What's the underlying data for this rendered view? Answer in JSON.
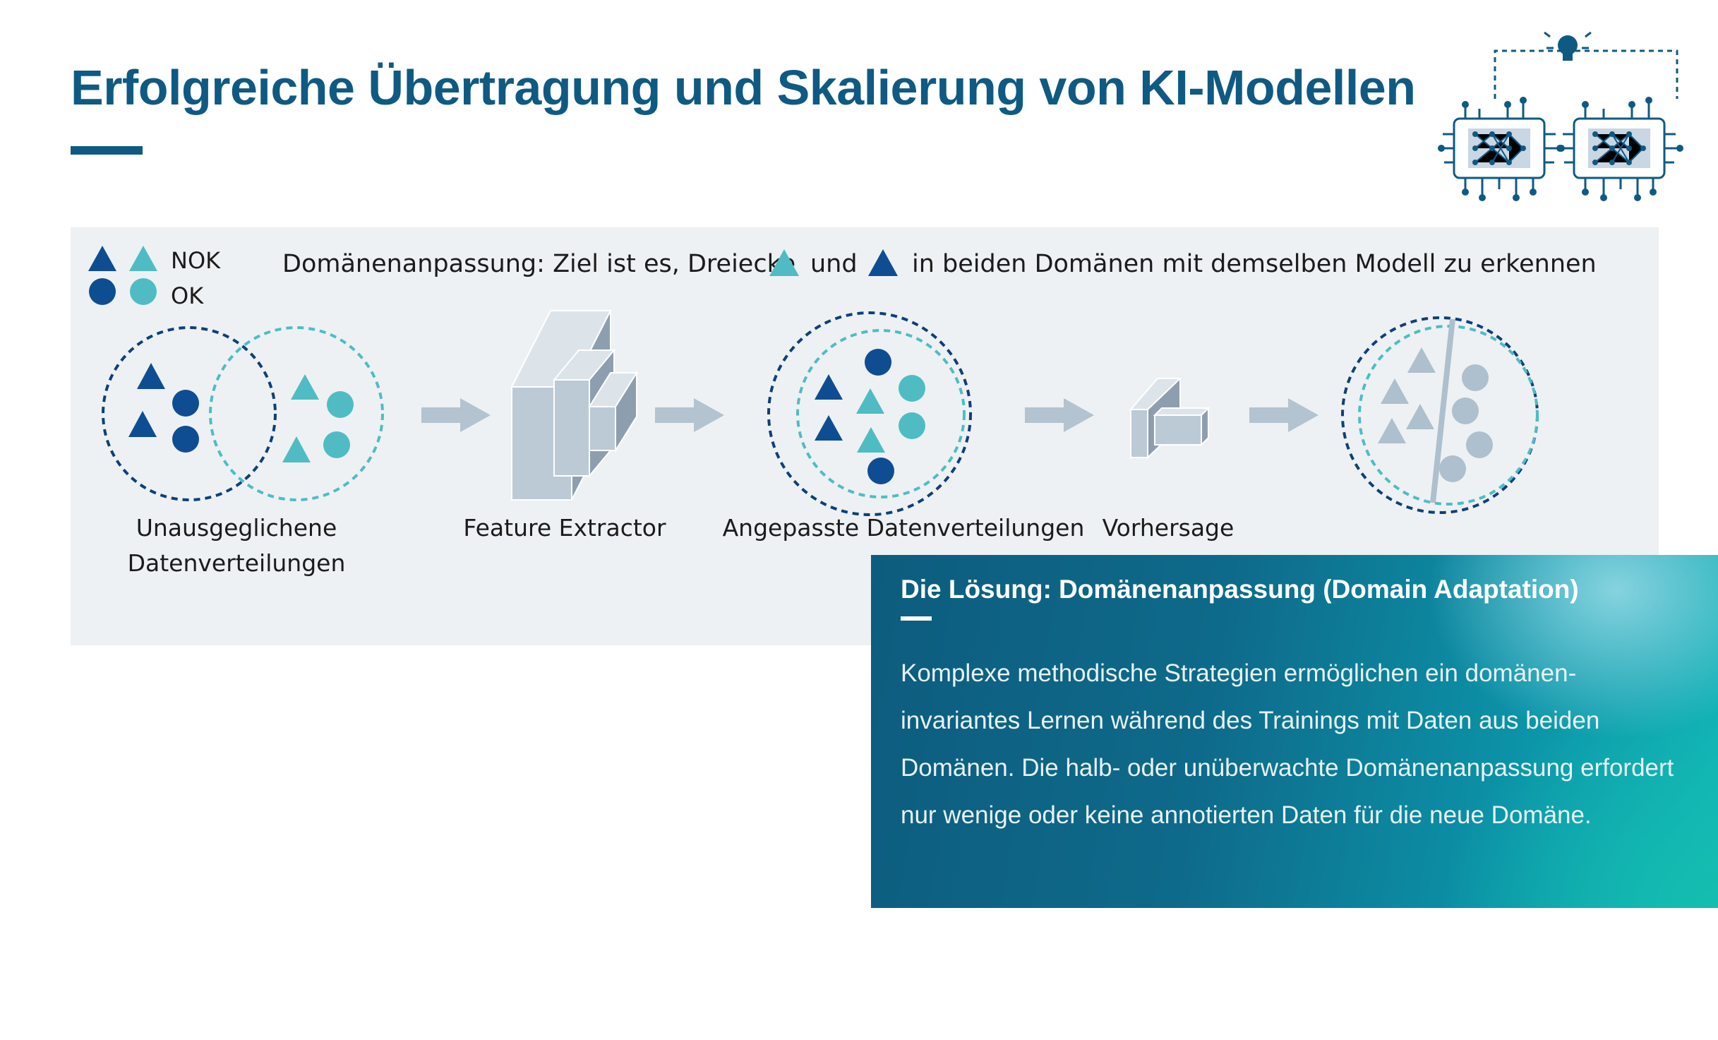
{
  "page": {
    "title": "Erfolgreiche Übertragung und Skalierung von KI-Modellen"
  },
  "legend": {
    "nok": "NOK",
    "ok": "OK"
  },
  "headline": {
    "part1": "Domänenanpassung: Ziel ist es, Dreiecke",
    "part2": "und",
    "part3": "in beiden Domänen mit demselben Modell zu erkennen"
  },
  "steps": [
    {
      "label_line1": "Unausgeglichene",
      "label_line2": "Datenverteilungen"
    },
    {
      "label_line1": "Feature Extractor"
    },
    {
      "label_line1": "Angepasste Datenverteilungen"
    },
    {
      "label_line1": "Vorhersage"
    }
  ],
  "solution": {
    "title": "Die Lösung: Domänenanpassung (Domain Adaptation)",
    "text": "Komplexe methodische Strategien ermöglichen ein domänen-invariantes Lernen während des Trainings mit Daten aus beiden Domänen. Die halb- oder unüberwachte Domänenanpassung erfordert nur wenige oder keine annotierten Daten für die neue Domäne."
  },
  "colors": {
    "dark_blue": "#0e4d92",
    "teal": "#4fbcc3",
    "grey_shape": "#aebfcd",
    "arrow": "#b3c3cf",
    "title": "#0f5a83"
  },
  "icons": [
    "chip-network-icon",
    "lightbulb-icon"
  ]
}
